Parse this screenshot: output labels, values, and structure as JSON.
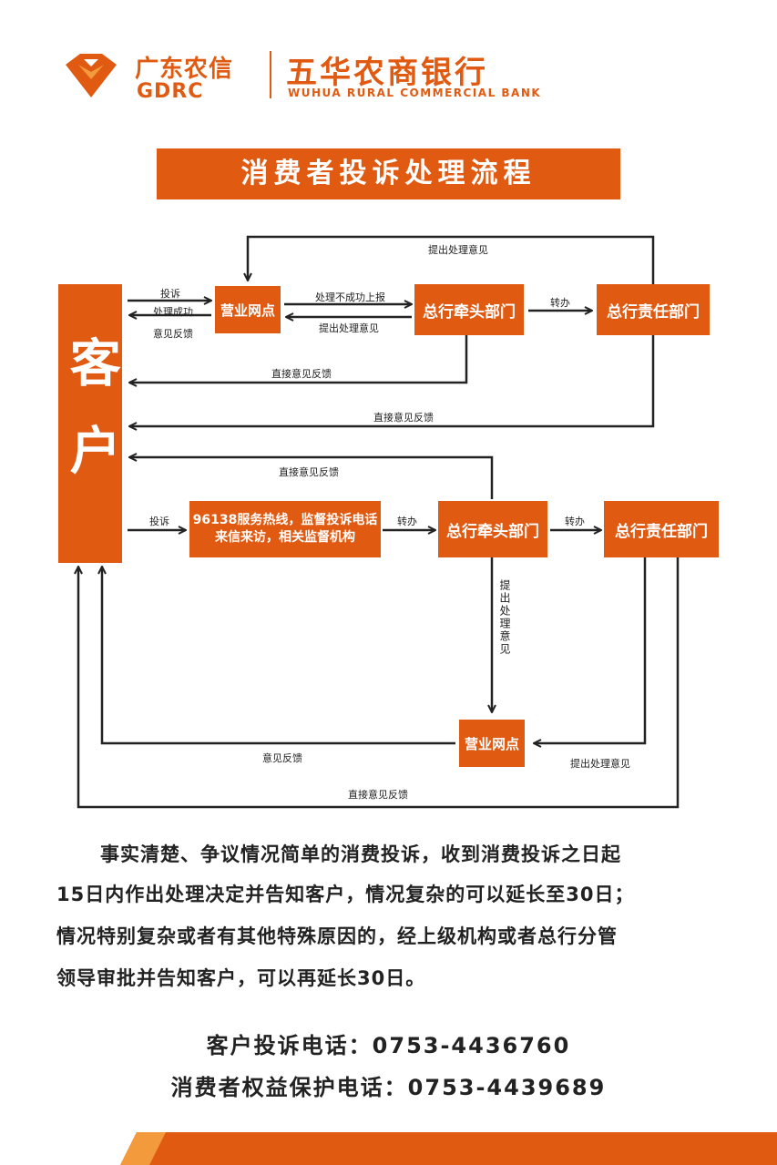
{
  "header": {
    "brand_cn": "广东农信",
    "brand_en": "GDRC",
    "bank_cn": "五华农商银行",
    "bank_en": "WUHUA RURAL COMMERCIAL BANK"
  },
  "title": "消费者投诉处理流程",
  "colors": {
    "accent": "#e05a12",
    "accent_light": "#f39a3d",
    "text": "#222222"
  },
  "flow": {
    "customer": "客户",
    "upper": {
      "branch": "营业网点",
      "lead_dept": "总行牵头部门",
      "resp_dept": "总行责任部门",
      "complaint": "投诉",
      "handled_ok": "处理成功",
      "feedback": "意见反馈",
      "escalate": "处理不成功上报",
      "opinion_down": "提出处理意见",
      "transfer": "转办",
      "opinion_top": "提出处理意见",
      "direct_feedback_lead": "直接意见反馈",
      "direct_feedback_resp": "直接意见反馈"
    },
    "lower": {
      "channels_line1": "96138服务热线，监督投诉电话",
      "channels_line2": "来信来访，相关监督机构",
      "complaint": "投诉",
      "transfer1": "转办",
      "lead_dept": "总行牵头部门",
      "transfer2": "转办",
      "resp_dept": "总行责任部门",
      "direct_feedback_top": "直接意见反馈",
      "opinion_vertical": "提出处理意见",
      "branch": "营业网点",
      "opinion_right": "提出处理意见",
      "feedback": "意见反馈",
      "direct_feedback_bottom": "直接意见反馈"
    }
  },
  "policy": {
    "line1": "事实清楚、争议情况简单的消费投诉，收到消费投诉之日起",
    "line2": "15日内作出处理决定并告知客户，情况复杂的可以延长至30日；",
    "line3": "情况特别复杂或者有其他特殊原因的，经上级机构或者总行分管",
    "line4": "领导审批并告知客户，可以再延长30日。"
  },
  "contacts": {
    "complaint_phone": "客户投诉电话：0753-4436760",
    "rights_phone": "消费者权益保护电话：0753-4439689"
  }
}
